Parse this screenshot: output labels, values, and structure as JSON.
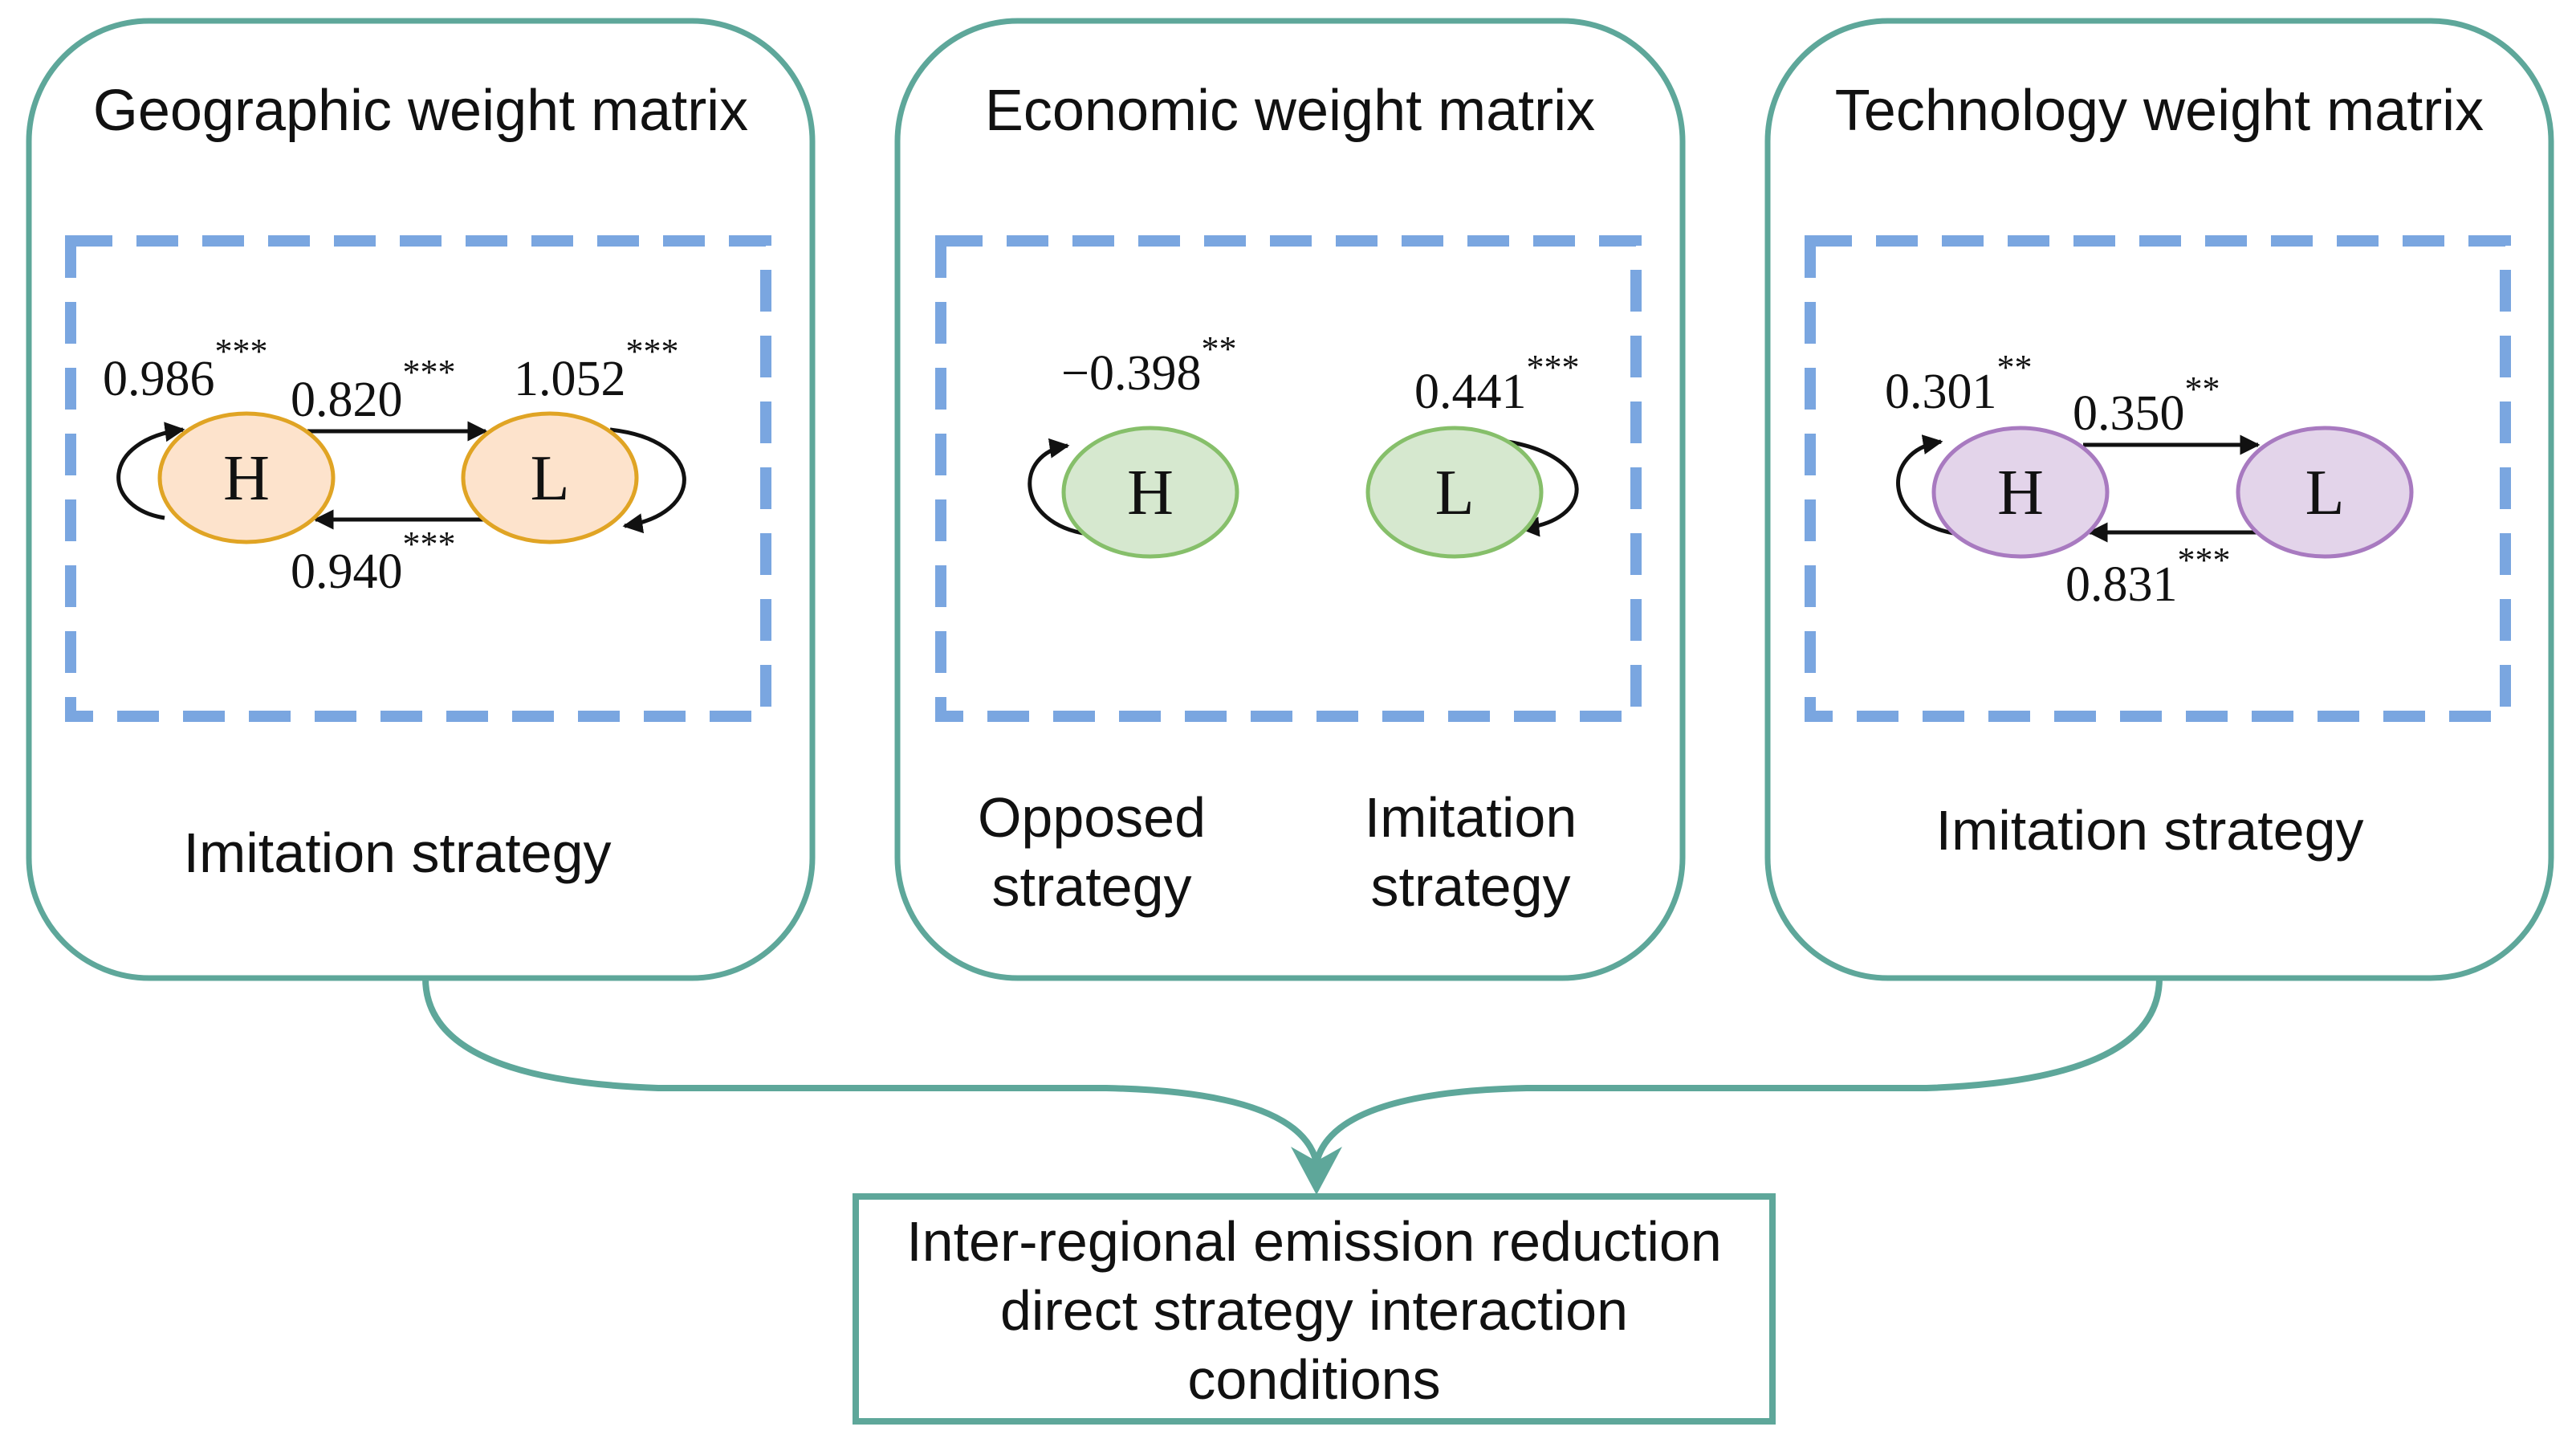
{
  "panels": [
    {
      "title": "Geographic weight matrix",
      "node_h": "H",
      "node_l": "L",
      "strategy": "Imitation strategy",
      "coef_hh": "0.986",
      "sig_hh": "***",
      "coef_hl": "0.820",
      "sig_hl": "***",
      "coef_ll": "1.052",
      "sig_ll": "***",
      "coef_lh": "0.940",
      "sig_lh": "***",
      "colors": {
        "fill": "#fde3cc",
        "stroke": "#e0a424"
      }
    },
    {
      "title": "Economic weight matrix",
      "node_h": "H",
      "node_l": "L",
      "strategy_h_line1": "Opposed",
      "strategy_h_line2": "strategy",
      "strategy_l_line1": "Imitation",
      "strategy_l_line2": "strategy",
      "coef_hh": "−0.398",
      "sig_hh": "**",
      "coef_ll": "0.441",
      "sig_ll": "***",
      "colors": {
        "fill": "#d6e8cf",
        "stroke": "#86bf6a"
      }
    },
    {
      "title": "Technology weight matrix",
      "node_h": "H",
      "node_l": "L",
      "strategy": "Imitation strategy",
      "coef_hh": "0.301",
      "sig_hh": "**",
      "coef_hl": "0.350",
      "sig_hl": "**",
      "coef_lh": "0.831",
      "sig_lh": "***",
      "colors": {
        "fill": "#e3d4ea",
        "stroke": "#a87ac0"
      }
    }
  ],
  "result": {
    "line1": "Inter-regional emission reduction",
    "line2": "direct strategy interaction",
    "line3": "conditions"
  },
  "colors": {
    "panel_border": "#5ea79a",
    "dashed_border": "#7aa6e0",
    "arrow": "#111111"
  }
}
